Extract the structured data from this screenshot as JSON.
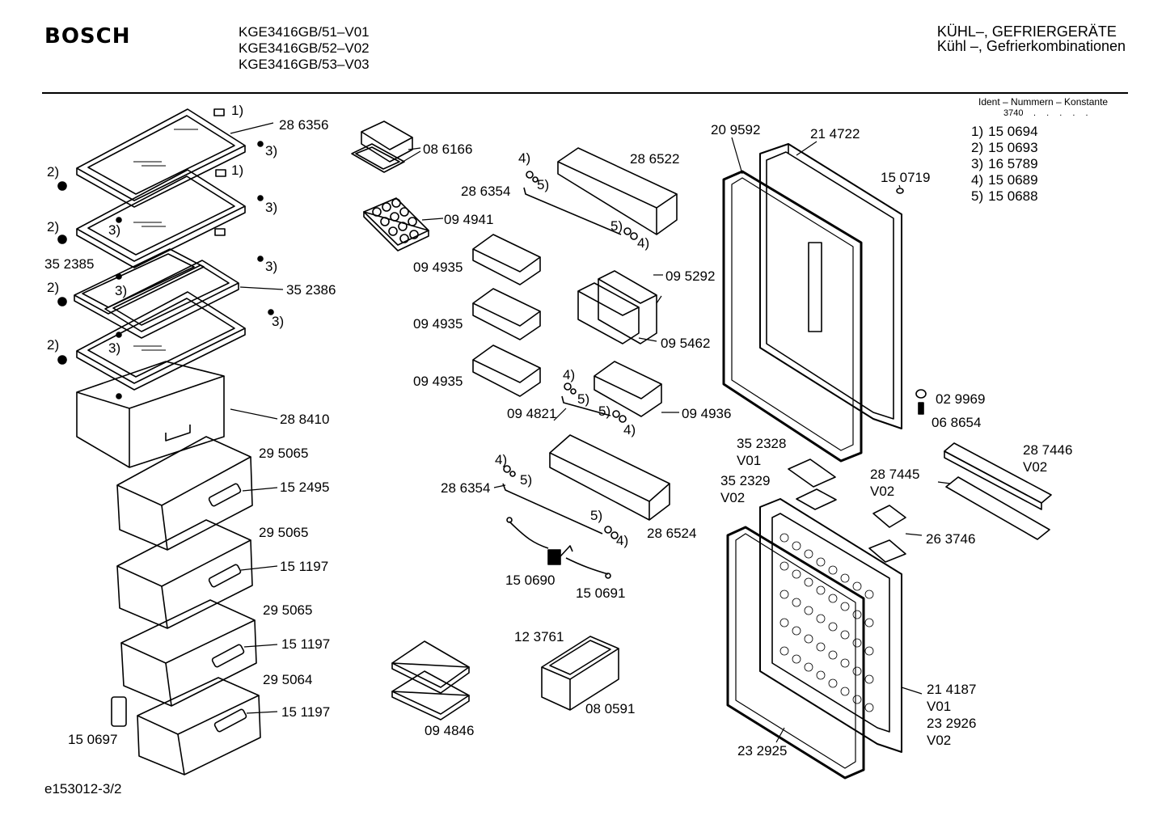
{
  "header": {
    "brand": "BOSCH",
    "models": [
      "KGE3416GB/51–V01",
      "KGE3416GB/52–V02",
      "KGE3416GB/53–V03"
    ],
    "category_line1": "KÜHL–, GEFRIERGERÄTE",
    "category_line2": "Kühl –, Gefrierkombinationen"
  },
  "ident": {
    "title": "Ident – Nummern – Konstante",
    "constant": "3740",
    "dots": ". . . . .",
    "items": [
      {
        "key": "1)",
        "value": "15 0694"
      },
      {
        "key": "2)",
        "value": "15 0693"
      },
      {
        "key": "3)",
        "value": "16 5789"
      },
      {
        "key": "4)",
        "value": "15 0689"
      },
      {
        "key": "5)",
        "value": "15 0688"
      }
    ]
  },
  "labels": [
    "1)",
    "28 6356",
    "3)",
    "2)",
    "1)",
    "3)",
    "2)",
    "3)",
    "35 2385",
    "3)",
    "2)",
    "3)",
    "35 2386",
    "3)",
    "2)",
    "3)",
    "28 8410",
    "29 5065",
    "15 2495",
    "29 5065",
    "15 1197",
    "29 5065",
    "15 1197",
    "29 5064",
    "15 1197",
    "15 0697",
    "08 6166",
    "09 4941",
    "4)",
    "28 6354",
    "5)",
    "28 6522",
    "5)",
    "4)",
    "09 4935",
    "09 4935",
    "09 4935",
    "09 5292",
    "09 5462",
    "4)",
    "09 4821",
    "5)",
    "5)",
    "4)",
    "09 4936",
    "4)",
    "28 6354",
    "5)",
    "5)",
    "4)",
    "28 6524",
    "15 0690",
    "15 0691",
    "12 3761",
    "08 0591",
    "09 4846",
    "20 9592",
    "21 4722",
    "15 0719",
    "02 9969",
    "06 8654",
    "35 2328",
    "V01",
    "35 2329",
    "V02",
    "28 7445",
    "V02",
    "28 7446",
    "V02",
    "26 3746",
    "21 4187",
    "V01",
    "23 2926",
    "V02",
    "23 2925"
  ],
  "footer": {
    "code": "e153012-3/2"
  }
}
